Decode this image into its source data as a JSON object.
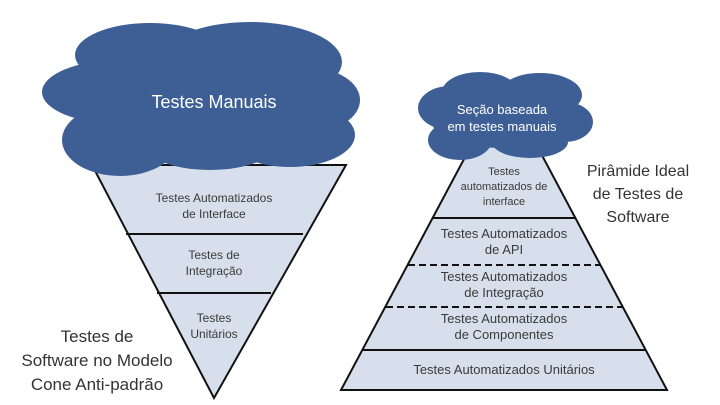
{
  "colors": {
    "cloud": "#3d5f95",
    "layer_fill": "#d7dfec",
    "stroke": "#111111"
  },
  "cone": {
    "cloud_label": "Testes Manuais",
    "layers": [
      {
        "line1": "Testes Automatizados",
        "line2": "de Interface"
      },
      {
        "line1": "Testes de",
        "line2": "Integração"
      },
      {
        "line1": "Testes",
        "line2": "Unitários"
      }
    ],
    "caption": {
      "line1": "Testes de",
      "line2": "Software no Modelo",
      "line3": "Cone Anti-padrão"
    }
  },
  "pyramid": {
    "cloud_label": {
      "line1": "Seção baseada",
      "line2": "em testes manuais"
    },
    "layers": [
      {
        "line1": "Testes",
        "line2": "automatizados de",
        "line3": "interface"
      },
      {
        "line1": "Testes Automatizados",
        "line2": "de API"
      },
      {
        "line1": "Testes Automatizados",
        "line2": "de Integração"
      },
      {
        "line1": "Testes Automatizados",
        "line2": "de Componentes"
      },
      {
        "line1": "Testes Automatizados Unitários"
      }
    ],
    "caption": {
      "line1": "Pirâmide Ideal",
      "line2": "de Testes de",
      "line3": "Software"
    }
  }
}
